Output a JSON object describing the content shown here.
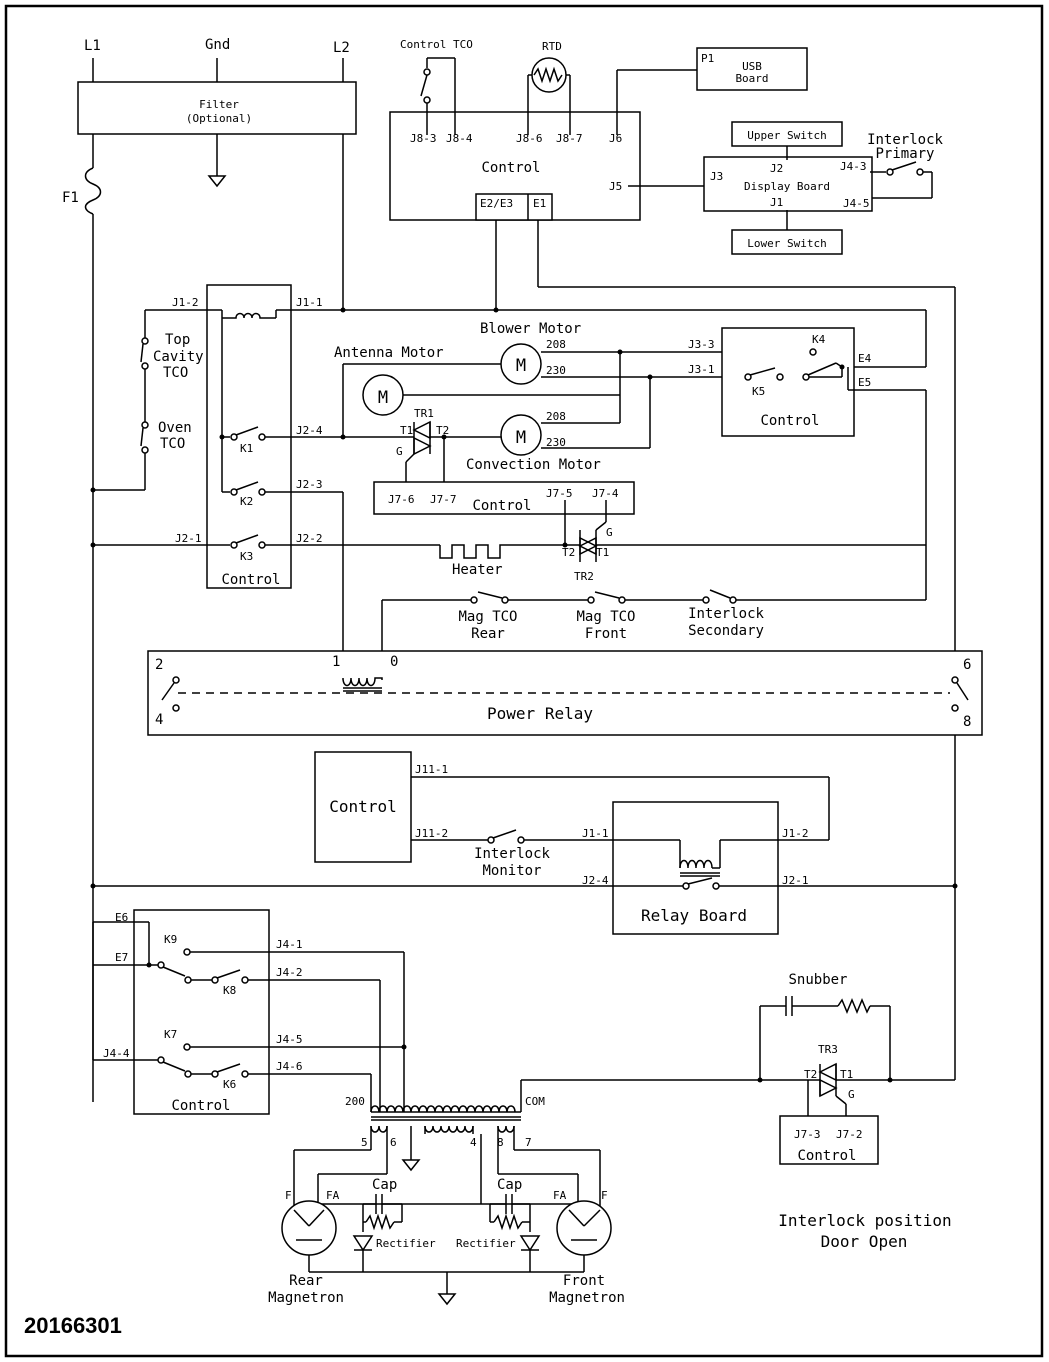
{
  "lines": {
    "l1": "L1",
    "gnd": "Gnd",
    "l2": "L2",
    "f1": "F1"
  },
  "filter": {
    "title": "Filter",
    "subtitle": "(Optional)"
  },
  "top_control": {
    "title": "Control",
    "j83": "J8-3",
    "j84": "J8-4",
    "j86": "J8-6",
    "j87": "J8-7",
    "j6": "J6",
    "j5": "J5",
    "e2e3": "E2/E3",
    "e1": "E1"
  },
  "control_tco": "Control TCO",
  "rtd": "RTD",
  "usb_board": {
    "p1": "P1",
    "line1": "USB",
    "line2": "Board"
  },
  "display_board": {
    "title": "Display Board",
    "j2": "J2",
    "j3": "J3",
    "j1": "J1",
    "j43": "J4-3",
    "j45": "J4-5"
  },
  "upper_switch": "Upper Switch",
  "lower_switch": "Lower Switch",
  "interlock_primary": {
    "line1": "Interlock",
    "line2": "Primary"
  },
  "relay_control": {
    "title": "Control",
    "j12": "J1-2",
    "j11": "J1-1",
    "j24": "J2-4",
    "j23": "J2-3",
    "j21": "J2-1",
    "j22": "J2-2",
    "k1": "K1",
    "k2": "K2",
    "k3": "K3"
  },
  "top_cavity_tco": {
    "line1": "Top",
    "line2": "Cavity",
    "line3": "TCO"
  },
  "oven_tco": {
    "line1": "Oven",
    "line2": "TCO"
  },
  "blower_motor": {
    "label": "Blower Motor",
    "t208": "208",
    "t230": "230",
    "symbol": "M"
  },
  "antenna_motor": {
    "label": "Antenna Motor",
    "symbol": "M"
  },
  "convection_motor": {
    "label": "Convection Motor",
    "t208": "208",
    "t230": "230",
    "symbol": "M"
  },
  "tr1": {
    "label": "TR1",
    "t1": "T1",
    "t2": "T2",
    "g": "G"
  },
  "mid_control": {
    "title": "Control",
    "j76": "J7-6",
    "j77": "J7-7",
    "j75": "J7-5",
    "j74": "J7-4"
  },
  "tr2": {
    "label": "TR2",
    "t1": "T1",
    "t2": "T2",
    "g": "G"
  },
  "k_control": {
    "title": "Control",
    "k4": "K4",
    "k5": "K5",
    "j33": "J3-3",
    "j31": "J3-1",
    "e4": "E4",
    "e5": "E5"
  },
  "heater": "Heater",
  "mag_tco_rear": {
    "line1": "Mag TCO",
    "line2": "Rear"
  },
  "mag_tco_front": {
    "line1": "Mag TCO",
    "line2": "Front"
  },
  "interlock_secondary": {
    "line1": "Interlock",
    "line2": "Secondary"
  },
  "power_relay": {
    "title": "Power Relay",
    "p2": "2",
    "p4": "4",
    "p1": "1",
    "p0": "0",
    "p6": "6",
    "p8": "8"
  },
  "control_box": {
    "title": "Control",
    "j111": "J11-1",
    "j112": "J11-2"
  },
  "interlock_monitor": {
    "line1": "Interlock",
    "line2": "Monitor"
  },
  "relay_board": {
    "title": "Relay Board",
    "j11": "J1-1",
    "j12": "J1-2",
    "j24": "J2-4",
    "j21": "J2-1"
  },
  "k_lower_control": {
    "title": "Control",
    "e6": "E6",
    "e7": "E7",
    "j44": "J4-4",
    "k9": "K9",
    "k8": "K8",
    "k7": "K7",
    "k6": "K6",
    "j41": "J4-1",
    "j42": "J4-2",
    "j45": "J4-5",
    "j46": "J4-6"
  },
  "transformer": {
    "t200": "200",
    "com": "COM",
    "t5": "5",
    "t6": "6",
    "t4": "4",
    "t8": "8",
    "t7": "7"
  },
  "cap_left": "Cap",
  "cap_right": "Cap",
  "rectifier_left": "Rectifier",
  "rectifier_right": "Rectifier",
  "rear_magnetron": {
    "f": "F",
    "fa": "FA",
    "line1": "Rear",
    "line2": "Magnetron"
  },
  "front_magnetron": {
    "f": "F",
    "fa": "FA",
    "line1": "Front",
    "line2": "Magnetron"
  },
  "snubber": "Snubber",
  "tr3": {
    "label": "TR3",
    "t1": "T1",
    "t2": "T2",
    "g": "G"
  },
  "bottom_control": {
    "title": "Control",
    "j73": "J7-3",
    "j72": "J7-2"
  },
  "interlock_position": {
    "line1": "Interlock position",
    "line2": "Door Open"
  },
  "part_number": "20166301"
}
